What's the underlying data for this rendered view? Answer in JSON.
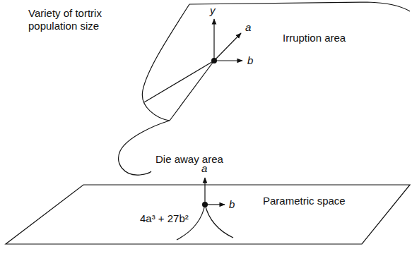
{
  "diagram": {
    "labels": [
      "Variety of tortrix population size",
      "y",
      "a",
      "b",
      "Irruption area",
      "Die away area",
      "a",
      "b",
      "Parametric space",
      "4a³ + 27b²"
    ]
  }
}
